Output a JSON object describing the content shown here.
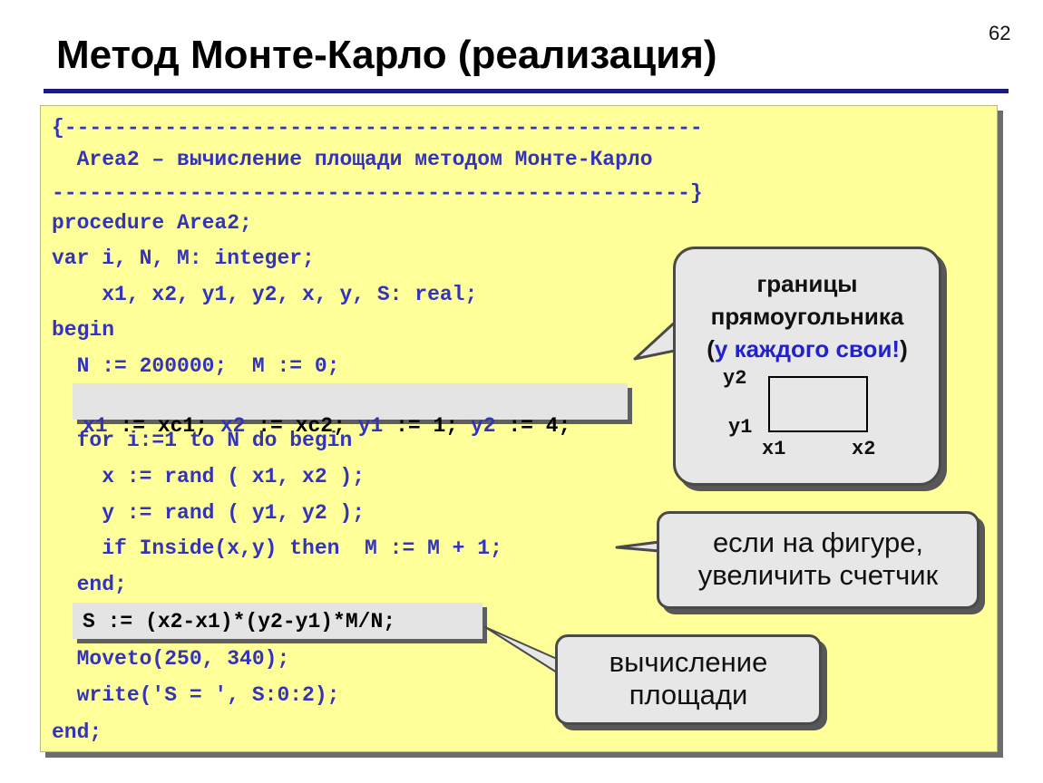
{
  "slide": {
    "number": "62",
    "title": "Метод Монте-Карло (реализация)"
  },
  "code": {
    "comment_open": "{---------------------------------------------------",
    "comment_text": "  Area2 – вычисление площади методом Монте-Карло",
    "comment_close": "---------------------------------------------------}",
    "proc_decl": "procedure Area2;",
    "var_decl": "var i, N, M: integer;",
    "var_decl_2": "    x1, x2, y1, y2, x, y, S: real;",
    "begin_kw": "begin",
    "init_line": "  N := 200000;  M := 0;",
    "bounds_line": {
      "p1": "x1",
      "p2": " := xc1; ",
      "p3": "x2",
      "p4": " := xc2; ",
      "p5": "y1",
      "p6": " := 1; ",
      "p7": "y2",
      "p8": " := 4;"
    },
    "for_line": "  for i:=1 to N do begin",
    "x_line": "    x := rand ( x1, x2 );",
    "y_line": "    y := rand ( y1, y2 );",
    "if_line": "    if Inside(x,y) then  M := M + 1;",
    "end_inner": "  end;",
    "area_line": "S := (x2-x1)*(y2-y1)*M/N;",
    "moveto_line": "  Moveto(250, 340);",
    "write_line": "  write('S = ', S:0:2);",
    "end_outer": "end;"
  },
  "callouts": {
    "bounds": {
      "line1": "границы",
      "line2": "прямоугольника",
      "open_paren": "(",
      "warning": "у каждого свои!",
      "close_paren": ")",
      "diagram": {
        "y2": "y2",
        "y1": "y1",
        "x1": "x1",
        "x2": "x2"
      }
    },
    "counter": {
      "line1": "если на фигуре,",
      "line2": "увеличить счетчик"
    },
    "area": {
      "line1": "вычисление",
      "line2": "площади"
    }
  },
  "colors": {
    "code_background": "#ffff99",
    "code_text": "#3333bb",
    "title_rule": "#1a1a80",
    "callout_background": "#e7e7e7",
    "highlight_background": "#e4e4e4"
  }
}
